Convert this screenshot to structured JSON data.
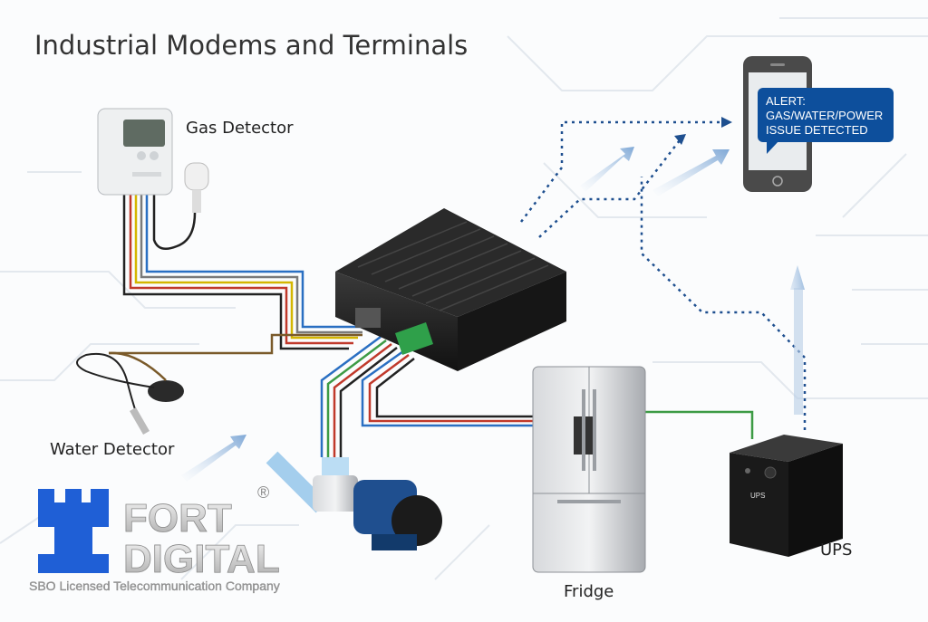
{
  "title": "Industrial Modems and Terminals",
  "labels": {
    "gas_detector": "Gas Detector",
    "water_detector": "Water Detector",
    "fridge": "Fridge",
    "ups": "UPS",
    "ups_device_marking": "UPS"
  },
  "alert": {
    "line1": "ALERT:",
    "line2": "GAS/WATER/POWER",
    "line3": "ISSUE DETECTED"
  },
  "logo": {
    "line1": "FORT",
    "line2": "DIGITAL",
    "registered": "®",
    "tagline": "SBO Licensed Telecommunication Company"
  },
  "colors": {
    "alert_blue": "#0d4f9c",
    "logo_blue": "#1f5fd6",
    "dotted_link": "#1e4f8f",
    "modem": "#1c1c1c"
  }
}
